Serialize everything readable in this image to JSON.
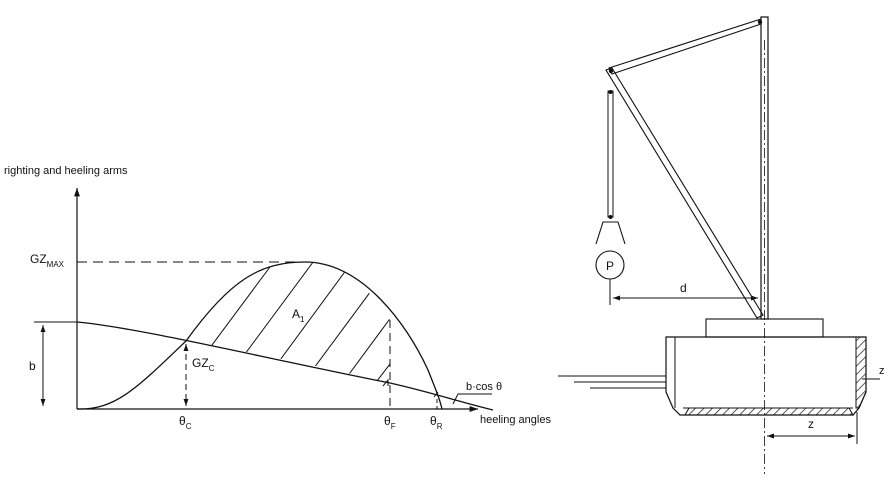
{
  "stability_diagram": {
    "y_axis_label": "righting and heeling arms",
    "x_axis_label": "heeling angles",
    "gz_max": {
      "main": "GZ",
      "sub": "MAX"
    },
    "area": {
      "main": "A",
      "sub": "1"
    },
    "gz_c": {
      "main": "GZ",
      "sub": "C"
    },
    "b_label": "b",
    "heeling_curve_label": "b·cos θ",
    "theta_c": {
      "main": "θ",
      "sub": "C"
    },
    "theta_f": {
      "main": "θ",
      "sub": "F"
    },
    "theta_r": {
      "main": "θ",
      "sub": "R"
    }
  },
  "crane_diagram": {
    "load_label": "P",
    "outreach_label": "d",
    "width_label": "z",
    "side_label": "z"
  }
}
